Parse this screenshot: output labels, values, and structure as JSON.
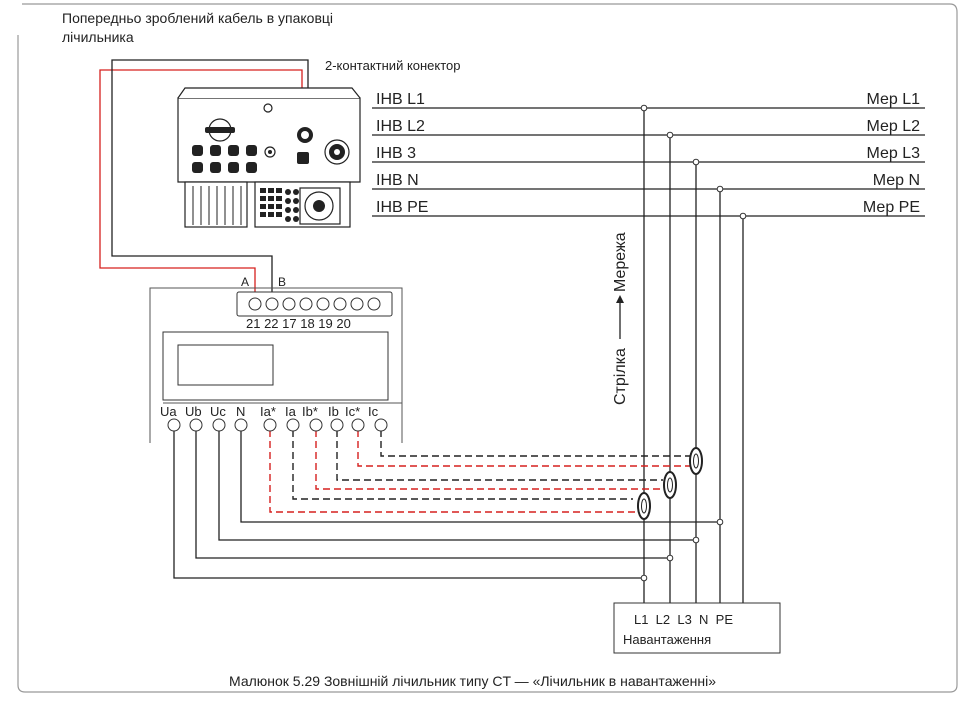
{
  "labels": {
    "precable_line1": "Попередньо зроблений кабель в упаковці",
    "precable_line2": "лічильника",
    "connector": "2-контактний конектор",
    "inv_lines": [
      "ІНВ L1",
      "ІНВ L2",
      "ІНВ 3",
      "ІНВ N",
      "ІНВ PE"
    ],
    "grid_lines": [
      "Мер L1",
      "Мер L2",
      "Мер L3",
      "Мер N",
      "Мер PE"
    ],
    "arrow_text": "Стрілка",
    "arrow_target": "Мережа",
    "pin_a": "A",
    "pin_b": "B",
    "meter_top_pins": "21 22 17 18 19 20",
    "meter_bottom_pins": [
      "Ua",
      "Ub",
      "Uc",
      "N",
      "Ia*",
      "Ia",
      "Ib*",
      "Ib",
      "Ic*",
      "Ic"
    ],
    "load_pins": "L1  L2  L3  N  PE",
    "load_name": "Навантаження",
    "caption": "Малюнок 5.29 Зовнішній лічильник типу CT — «Лічильник в навантаженні»"
  },
  "colors": {
    "red_wire": "#d6201e",
    "black_wire": "#222222",
    "frame": "#888888"
  }
}
